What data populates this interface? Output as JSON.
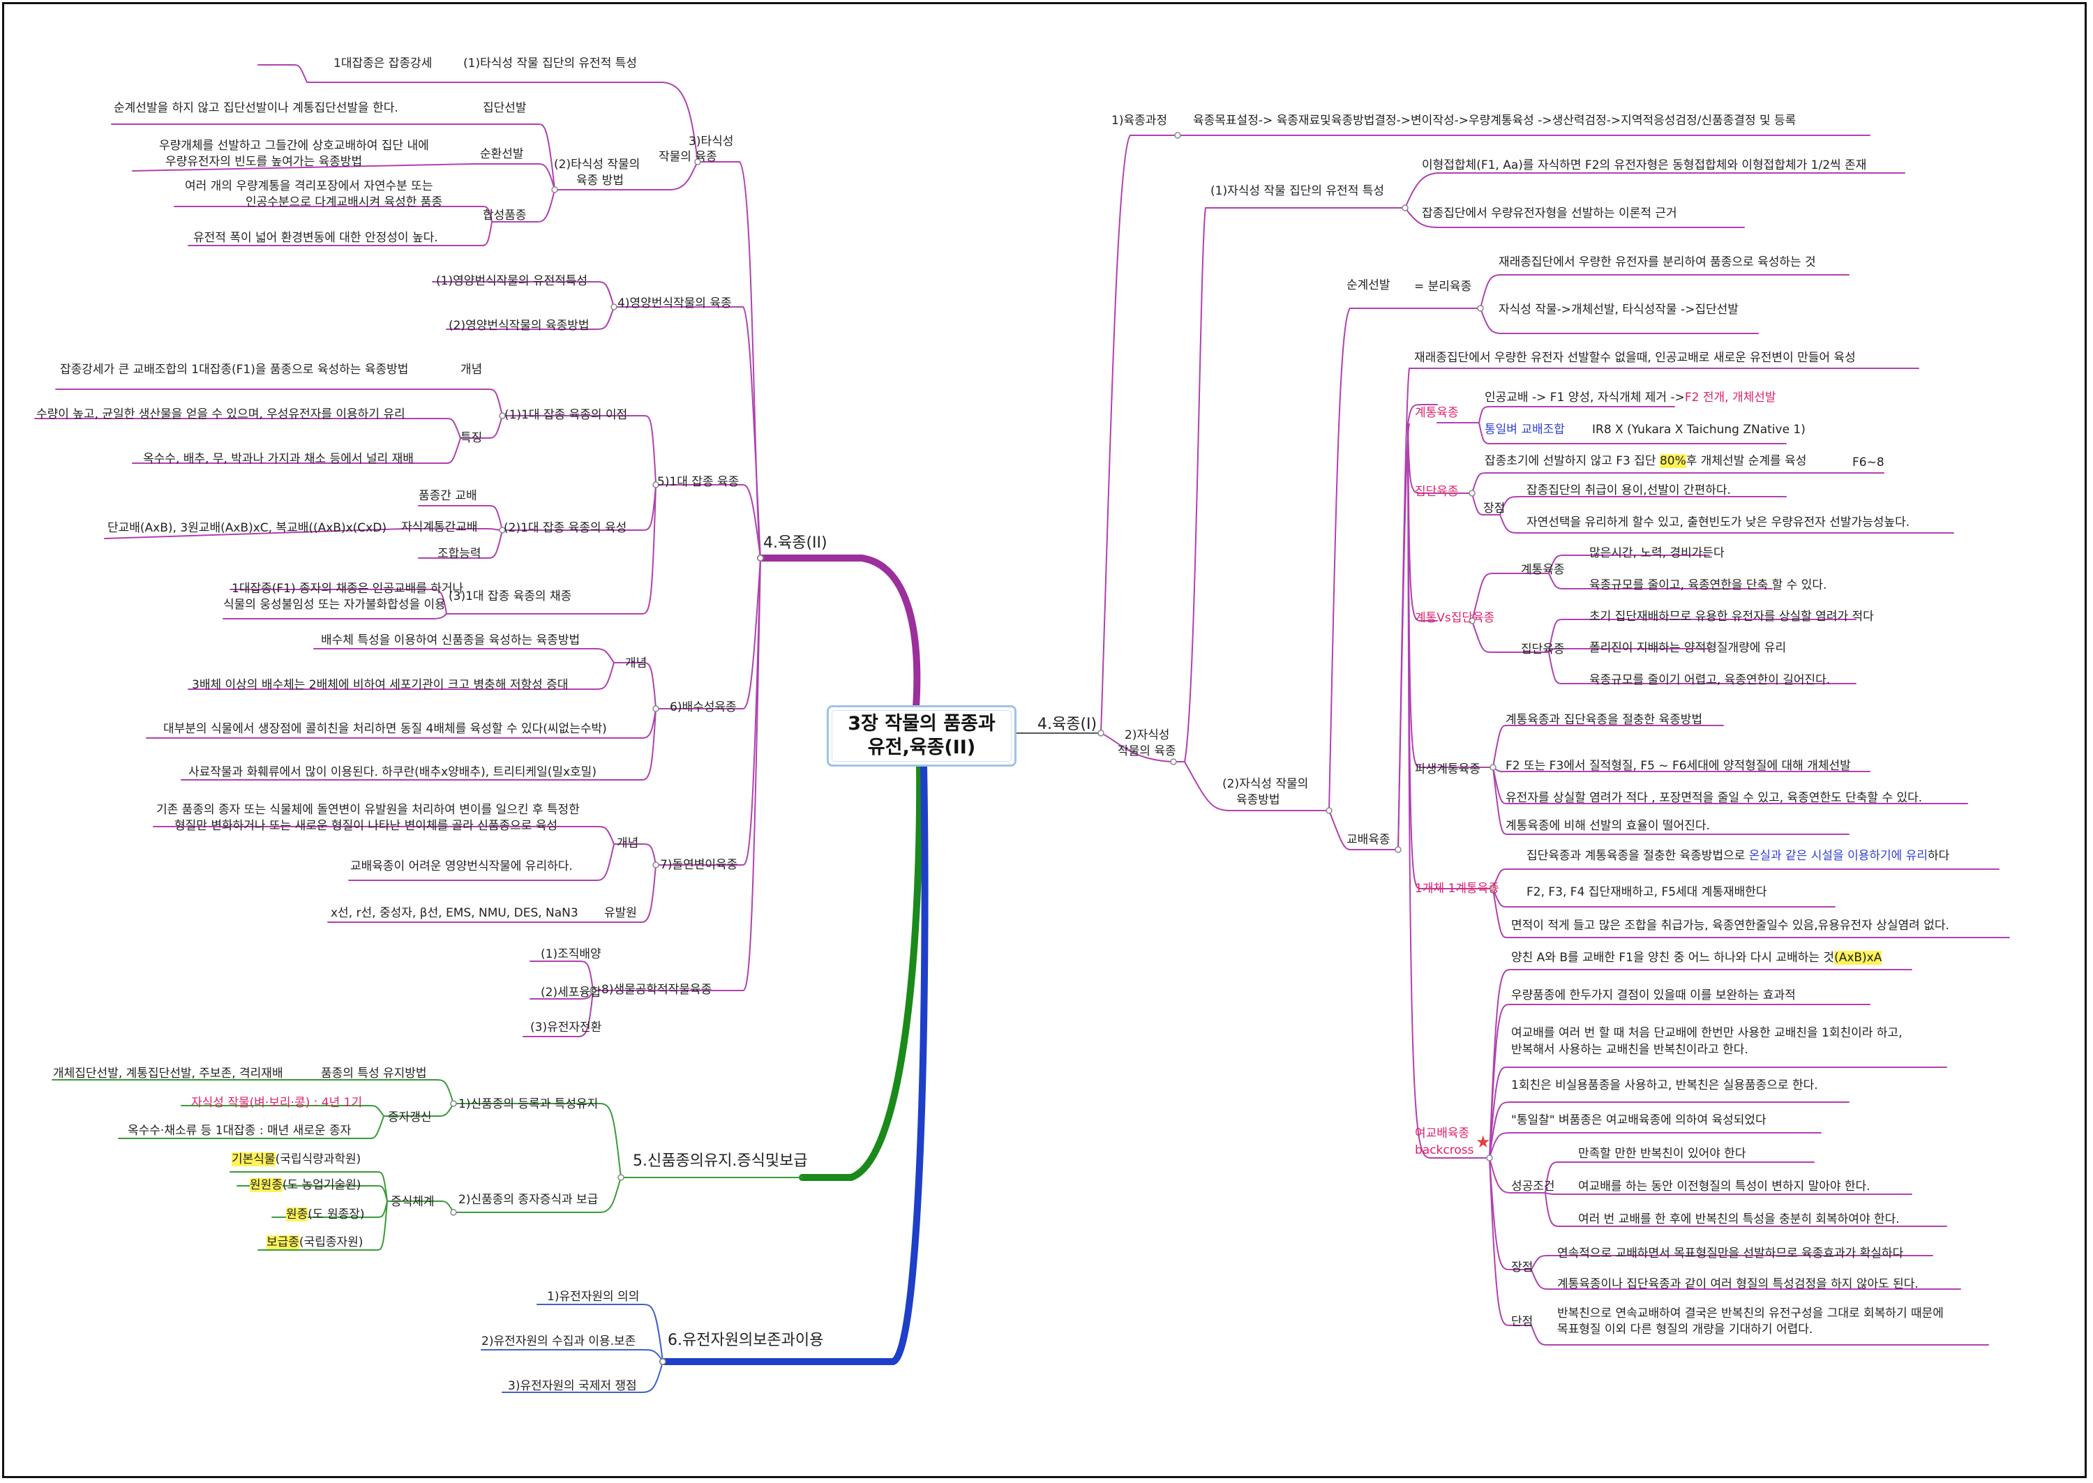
{
  "central_topic": {
    "line1": "3장 작물의 품종과",
    "line2": "유전,육종(II)"
  },
  "colors": {
    "purple": "#9b2f9b",
    "green": "#1a8a1a",
    "blue": "#1e3fc8",
    "branch_pink": "#b040b0",
    "branch_green": "#3a9a3a",
    "branch_blue": "#4060c8",
    "highlight": "#fff35a",
    "accent_red": "#e0206a",
    "accent_blue": "#2f3fd0"
  },
  "right": {
    "main": "4.육종(I)",
    "b1": {
      "label": "1)육종과정",
      "text": "육종목표설정-> 육종재료및육종방법결정->변이작성->우량계통육성 ->생산력검정->지역적응성검정/신품종결정 및 등록"
    },
    "b2": {
      "label1": "2)자식성",
      "label2": "작물의 육종",
      "s1": {
        "label": "(1)자식성 작물 집단의 유전적 특성",
        "items": [
          "이형접합체(F1, Aa)를 자식하면 F2의 유전자형은 동형접합체와 이형접합체가 1/2씩 존재",
          "잡종집단에서 우량유전자형을 선발하는 이론적 근거"
        ]
      },
      "s2": {
        "label1": "(2)자식성 작물의",
        "label2": "육종방법",
        "sungye": {
          "label": "순계선발",
          "sub": "= 분리육종",
          "items": [
            "재래종집단에서 우량한 유전자를 분리하여 품종으로 육성하는 것",
            "자식성 작물->개체선발, 타식성작물 ->집단선발"
          ]
        },
        "gyobae": {
          "label": "교배육종",
          "intro": "재래종집단에서 우량한 유전자 선발할수 없을때, 인공교배로 새로운 유전변이 만들어 육성",
          "gyetong": {
            "label": "계통육종",
            "item1_a": "인공교배 -> F1 양성, 자식개체 제거 ->",
            "item1_b": "F2 전개, 개체선발",
            "tong_label": "통일벼 교배조합",
            "tong_text": "IR8 X (Yukara X Taichung ZNative 1)"
          },
          "jipdan": {
            "label": "집단육종",
            "item1_a": "잡종초기에 선발하지 않고 F3 집단 ",
            "item1_hl": "80%",
            "item1_b": "후 개체선발 순계를 육성",
            "item1_sub": "F6~8",
            "jang_label": "장점",
            "jang_items": [
              "잡종집단의 취급이 용이,선발이 간편하다.",
              "자연선택을 유리하게 할수 있고, 출현빈도가 낮은 우량유전자 선발가능성높다."
            ]
          },
          "vs": {
            "label": "계통Vs집단육종",
            "g_label": "계통육종",
            "g_items": [
              "많은시간, 노력, 경비가든다",
              "육종규모를 줄이고, 육종연한을 단축 할 수 있다."
            ],
            "j_label": "집단육종",
            "j_items": [
              "초기 집단재배하므로 유용한 유전자를 상실할 염려가 적다",
              "폴리진이 지배하는 양적형질개량에 유리",
              "육종규모를 줄이기 어렵고, 육종연한이 길어진다."
            ]
          },
          "pasaeng": {
            "label": "파생계통육종",
            "items": [
              "계통육종과 집단육종을 절충한 육종방법",
              "F2 또는 F3에서 질적형질, F5 ~ F6세대에 양적형질에 대해 개체선발",
              "유전자를 상실할 염려가 적다 , 포장면적을 줄일 수 있고, 육종연한도 단축할 수 있다.",
              "계통육종에 비해 선발의 효율이 떨어진다."
            ]
          },
          "ilgae": {
            "label": "1개체 1계통육종",
            "item1_a": "집단육종과 계통육종을 절충한 육종방법으로 ",
            "item1_b": "온실과 같은 시설을 이용하기에 유리",
            "item1_c": "하다",
            "items": [
              "F2, F3, F4 집단재배하고, F5세대 계통재배한다",
              "면적이 적게 들고 많은 조합을 취급가능, 육종연한줄일수 있음,유용유전자 상실염려 없다."
            ]
          },
          "yeogyo": {
            "label1": "여교배육종",
            "label2": "backcross",
            "def_a": "양친 A와 B를 교배한 F1을 양친 중 어느 하나와 다시 교배하는 것",
            "def_hl": "(AxB)xA",
            "items": [
              "우량품종에 한두가지 결점이 있을때 이를 보완하는 효과적",
              "여교배를 여러 번 할 때 처음 단교배에 한번만 사용한 교배친을 1회친이라 하고,",
              "반복해서 사용하는 교배친을 반복친이라고 한다.",
              "1회친은 비실용품종을 사용하고, 반복친은 실용품종으로 한다.",
              "\"통일찰\" 벼품종은 여교배육종에 의하여 육성되었다"
            ],
            "cond_label": "성공조건",
            "cond_items": [
              "만족할 만한 반복친이 있어야 한다",
              "여교배를 하는 동안 이전형질의 특성이 변하지 말아야 한다.",
              "여러 번 교배를 한 후에 반복친의 특성을 충분히 회복하여야 한다."
            ],
            "adv_label": "장점",
            "adv_items": [
              "연속적으로 교배하면서 목표형질만을 선발하므로 육종효과가 확실하다",
              "계통육종이나 집단육종과 같이 여러 형질의 특성검정을 하지 않아도 된다."
            ],
            "dis_label": "단점",
            "dis_items": [
              "반복친으로 연속교배하여 결국은 반복친의 유전구성을 그대로 회복하기 때문에",
              "목표형질 이외 다른 형질의 개량을 기대하기 어렵다."
            ]
          }
        }
      }
    }
  },
  "left_top": {
    "main": "4.육종(II)",
    "b3": {
      "label1": "3)타식성",
      "label2": "작물의 육종",
      "s1": {
        "label": "(1)타식성 작물 집단의 유전적 특성",
        "item": "1대잡종은 잡종강세"
      },
      "s2": {
        "label1": "(2)타식성 작물의",
        "label2": "육종 방법",
        "jipdan": {
          "label": "집단선발",
          "item": "순계선발을 하지 않고 집단선발이나 계통집단선발을 한다."
        },
        "sunhwan": {
          "label": "순환선발",
          "item1": "우량개체를 선발하고 그들간에 상호교배하여 집단 내에",
          "item2": "우량유전자의 빈도를 높여가는 육종방법"
        },
        "hapsung": {
          "label": "합성품종",
          "item1": "여러 개의 우량계통을 격리포장에서 자연수분 또는",
          "item2": "인공수분으로 다계교배시켜 육성한 품종",
          "item3": "유전적 폭이 넓어 환경변동에 대한 안정성이 높다."
        }
      }
    },
    "b4": {
      "label": "4)영양번식작물의 육종",
      "items": [
        "(1)영양번식작물의 유전적특성",
        "(2)영양번식작물의 육종방법"
      ]
    },
    "b5": {
      "label": "5)1대 잡종 육종",
      "s1": {
        "label": "(1)1대 잡종 육종의 이점",
        "gaenyeom": "개념",
        "gaenyeom_item": "잡종강세가 큰 교배조합의 1대잡종(F1)을 품종으로 육성하는 육종방법",
        "teukjing": "특징",
        "teukjing_items": [
          "수량이 높고, 균일한 생산물을 얻을 수 있으며, 우성유전자를 이용하기 유리",
          "옥수수, 배추, 무, 박과나 가지과 채소 등에서 널리 재배"
        ]
      },
      "s2": {
        "label": "(2)1대 잡종 육종의 육성",
        "items": [
          "품종간 교배",
          "자식계통간교배",
          "조합능력"
        ],
        "sub_item": "단교배(AxB), 3원교배(AxB)xC, 복교배((AxB)x(CxD)"
      },
      "s3": {
        "label": "(3)1대 잡종 육종의 채종",
        "item1": "1대잡종(F1) 종자의 채종은 인공교배를 하거나",
        "item2": "식물의 웅성불임성 또는 자가불화합성을 이용"
      }
    },
    "b6": {
      "label": "6)배수성육종",
      "gaenyeom": "개념",
      "items": [
        "배수체 특성을 이용하여 신품종을 육성하는 육종방법",
        "3배체 이상의 배수체는 2배체에 비하여 세포기관이 크고 병충해 저항성 증대",
        "대부분의 식물에서 생장점에 콜히친을 처리하면 동질 4배체를 육성할 수 있다(씨없는수박)",
        "사료작물과 화훼류에서 많이 이용된다. 하쿠란(배추x양배추), 트리티케일(밀x호밀)"
      ]
    },
    "b7": {
      "label": "7)돌연변이육종",
      "gaenyeom": "개념",
      "item1": "기존 품종의 종자 또는 식물체에 돌연변이 유발원을 처리하여 변이를 일으킨 후 특정한",
      "item2": "형질만 변화하거나 또는 새로운 형질이 나타난 변이체를 골라 신품종으로 육성",
      "item3": "교배육종이 어려운 영양번식작물에 유리하다.",
      "yubal": "유발원",
      "yubal_item": "x선, r선, 중성자, β선, EMS, NMU, DES, NaN3"
    },
    "b8": {
      "label": "8)생물공학적작물육종",
      "items": [
        "(1)조직배양",
        "(2)세포융합",
        "(3)유전자전환"
      ]
    }
  },
  "left_mid": {
    "main": "5.신품종의유지.증식및보급",
    "b1": {
      "label": "1)신품종의 등록과 특성유지",
      "yuji": "품종의 특성 유지방법",
      "yuji_item": "개체집단선발, 계통집단선발, 주보존, 격리재배",
      "gaengsin": "종자갱신",
      "gaengsin_items": [
        "자식성 작물(벼·보리·콩) : 4년 1기",
        "옥수수·채소류 등 1대잡종 : 매년 새로운 종자"
      ]
    },
    "b2": {
      "label": "2)신품종의 종자증식과 보급",
      "system": "증식체계",
      "items": [
        {
          "hl": "기본식물",
          "rest": "(국립식량과학원)"
        },
        {
          "hl": "원원종",
          "rest": "(도 농업기술원)"
        },
        {
          "hl": "원종",
          "rest": "(도 원종장)"
        },
        {
          "hl": "보급종",
          "rest": "(국립종자원)"
        }
      ]
    }
  },
  "left_bottom": {
    "main": "6.유전자원의보존과이용",
    "items": [
      "1)유전자원의 의의",
      "2)유전자원의 수집과 이용.보존",
      "3)유전자원의 국제저 쟁점"
    ]
  }
}
